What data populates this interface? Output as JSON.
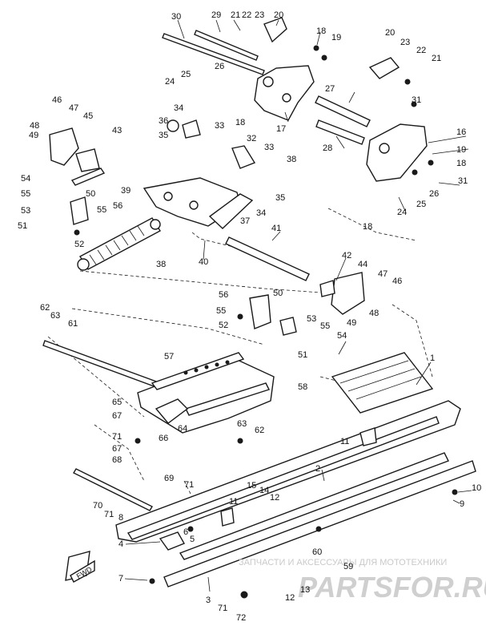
{
  "watermark": {
    "caption": "ЗАПЧАСТИ И АКСЕССУАРЫ ДЛЯ МОТОТЕХНИКИ",
    "logo": "PARTSFOR.RU"
  },
  "direction_tag": "FWD",
  "callouts": [
    "30",
    "29",
    "21",
    "22",
    "23",
    "20",
    "18",
    "19",
    "20",
    "23",
    "22",
    "21",
    "26",
    "25",
    "24",
    "18",
    "17",
    "27",
    "31",
    "46",
    "47",
    "45",
    "48",
    "49",
    "36",
    "34",
    "33",
    "35",
    "32",
    "33",
    "16",
    "19",
    "18",
    "28",
    "43",
    "38",
    "26",
    "25",
    "24",
    "31",
    "54",
    "55",
    "53",
    "51",
    "50",
    "55",
    "56",
    "52",
    "39",
    "37",
    "35",
    "34",
    "18",
    "41",
    "38",
    "40",
    "42",
    "44",
    "47",
    "46",
    "56",
    "50",
    "55",
    "52",
    "53",
    "55",
    "54",
    "49",
    "48",
    "51",
    "62",
    "63",
    "61",
    "57",
    "58",
    "1",
    "65",
    "67",
    "64",
    "71",
    "66",
    "67",
    "68",
    "63",
    "62",
    "11",
    "69",
    "71",
    "2",
    "10",
    "9",
    "70",
    "71",
    "15",
    "14",
    "12",
    "11",
    "8",
    "6",
    "5",
    "4",
    "60",
    "59",
    "7",
    "3",
    "71",
    "72",
    "12",
    "13"
  ]
}
